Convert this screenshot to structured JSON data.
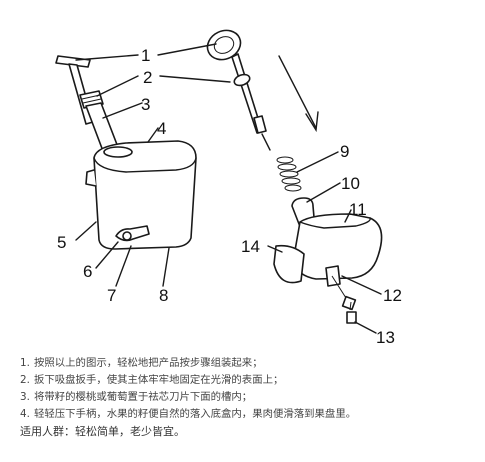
{
  "diagram": {
    "callouts": [
      "1",
      "2",
      "3",
      "4",
      "5",
      "6",
      "7",
      "8",
      "9",
      "10",
      "11",
      "12",
      "13",
      "14"
    ]
  },
  "instructions": {
    "steps": [
      {
        "num": "1.",
        "text": "按照以上的图示，轻松地把产品按步骤组装起来；"
      },
      {
        "num": "2.",
        "text": "扳下吸盘扳手，使其主体牢牢地固定在光滑的表面上；"
      },
      {
        "num": "3.",
        "text": "将带籽的樱桃或葡萄置于祛芯刀片下面的槽内；"
      },
      {
        "num": "4.",
        "text": "轻轻压下手柄，水果的籽便自然的落入底盒内，果肉便滑落到果盘里。"
      }
    ],
    "audience": "适用人群：轻松简单，老少皆宜。"
  }
}
